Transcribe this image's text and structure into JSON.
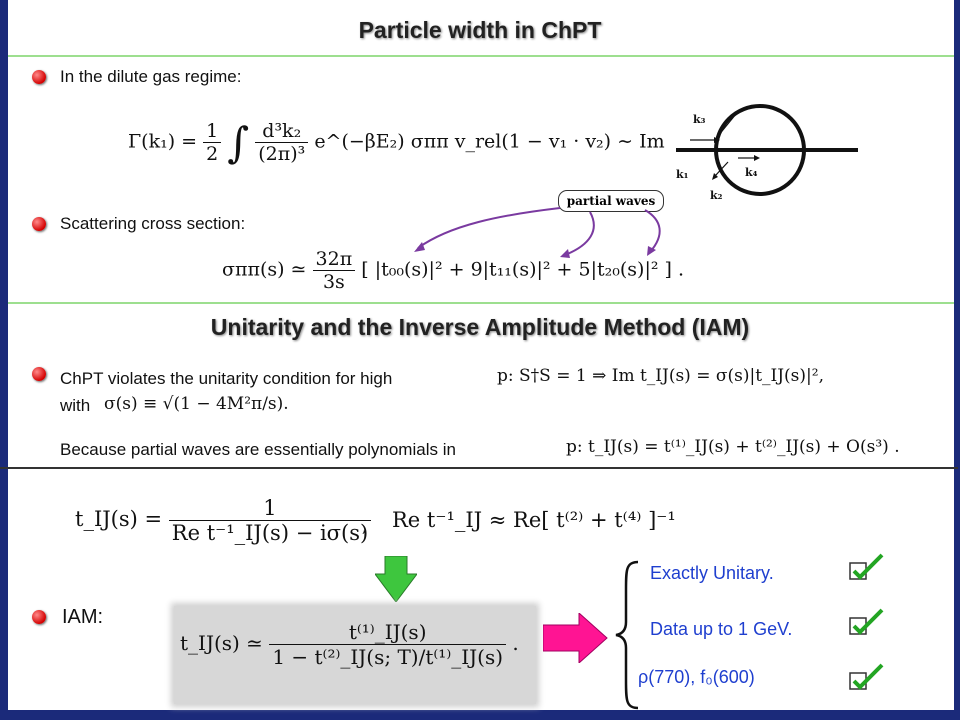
{
  "section1": {
    "title": "Particle width in ChPT",
    "bullet1": "In the dilute gas regime:",
    "width_lhs": "Γ(k₁) =",
    "width_half_num": "1",
    "width_half_den": "2",
    "width_int": "∫",
    "width_measure_num": "d³k₂",
    "width_measure_den": "(2π)³",
    "width_rest": "e^(−βE₂) σππ v_rel(1 − v₁ · v₂) ∼ Im",
    "diagram": {
      "k1": "k₁",
      "k2": "k₂",
      "k3": "k₃",
      "k4": "k₄",
      "partial_waves": "partial waves"
    },
    "bullet2": "Scattering cross section:",
    "sigma_lhs": "σππ(s) ≃",
    "sigma_num": "32π",
    "sigma_den": "3s",
    "sigma_rhs": "[ |t₀₀(s)|² + 9|t₁₁(s)|² + 5|t₂₀(s)|² ]  ."
  },
  "section2": {
    "title": "Unitarity and the Inverse Amplitude Method (IAM)",
    "line1_text": "ChPT violates the unitarity condition for high",
    "line1_math": "p: S†S = 1 ⇒ Im t_IJ(s) = σ(s)|t_IJ(s)|²,",
    "line2_text": "with",
    "line2_math": "σ(s) ≡ √(1 − 4M²π/s).",
    "line3_text": "Because partial waves are essentially polynomials in",
    "line3_math": "p: t_IJ(s) = t⁽¹⁾_IJ(s) + t⁽²⁾_IJ(s) + O(s³) ."
  },
  "section3": {
    "t_lhs": "t_IJ(s) =",
    "t_num": "1",
    "t_den": "Re t⁻¹_IJ(s) − iσ(s)",
    "comma": ",",
    "re_rel": "Re t⁻¹_IJ ≈ Re[ t⁽²⁾ + t⁽⁴⁾ ]⁻¹",
    "iam_label": "IAM:",
    "iam_lhs": "t_IJ(s) ≃",
    "iam_num": "t⁽¹⁾_IJ(s)",
    "iam_den": "1 − t⁽²⁾_IJ(s; T)/t⁽¹⁾_IJ(s)",
    "iam_dot": ".",
    "results": [
      "Exactly Unitary.",
      "Data up to 1 GeV.",
      "ρ(770), f₀(600)"
    ]
  },
  "colors": {
    "frame": "#1b2a7a",
    "rule": "#9ddf8f",
    "accent_blue": "#1f3fcf",
    "bullet_red": "#d40000",
    "arrow_green": "#3ec63e",
    "arrow_pink": "#ff1493",
    "check_green": "#23a523"
  }
}
